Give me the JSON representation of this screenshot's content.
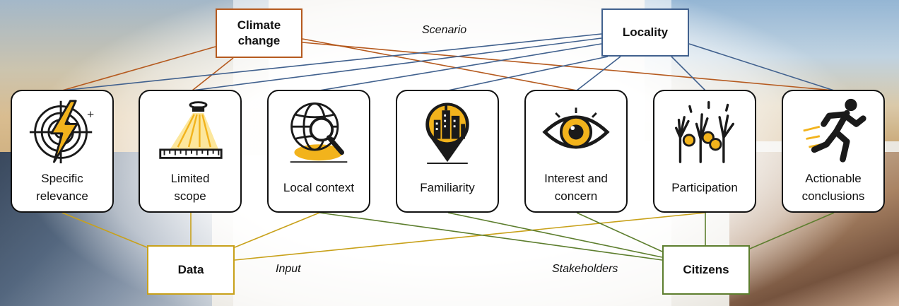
{
  "diagram": {
    "top_nodes": {
      "climate": "Climate\nchange",
      "locality": "Locality"
    },
    "bottom_nodes": {
      "data": "Data",
      "citizens": "Citizens"
    },
    "connector_labels": {
      "scenario": "Scenario",
      "input": "Input",
      "stakeholders": "Stakeholders"
    },
    "cards": [
      {
        "label": "Specific\nrelevance",
        "icon": "lightning-target-icon"
      },
      {
        "label": "Limited\nscope",
        "icon": "spotlight-ruler-icon"
      },
      {
        "label": "Local context",
        "icon": "globe-magnifier-icon"
      },
      {
        "label": "Familiarity",
        "icon": "city-pin-icon"
      },
      {
        "label": "Interest and\nconcern",
        "icon": "eye-icon"
      },
      {
        "label": "Participation",
        "icon": "raised-hands-icon"
      },
      {
        "label": "Actionable\nconclusions",
        "icon": "running-figure-icon"
      }
    ],
    "colors": {
      "climate": "#b55a1f",
      "locality": "#41618e",
      "data": "#c8a11a",
      "citizens": "#5d7e2e",
      "accent": "#f2b31c"
    }
  }
}
